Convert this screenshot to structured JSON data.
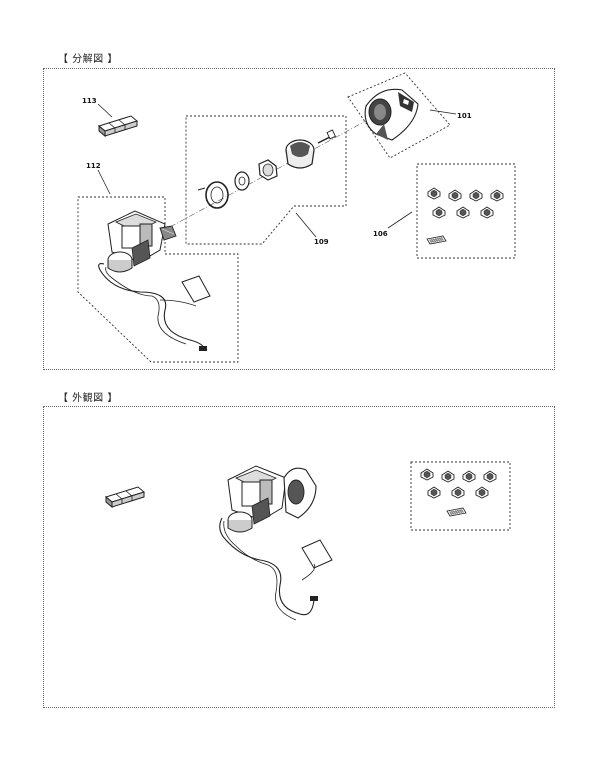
{
  "sections": {
    "exploded_title": "【 分解図 】",
    "external_title": "【 外観図 】"
  },
  "labels": {
    "p113": "113",
    "p112": "112",
    "p109": "109",
    "p101": "101",
    "p106": "106"
  }
}
